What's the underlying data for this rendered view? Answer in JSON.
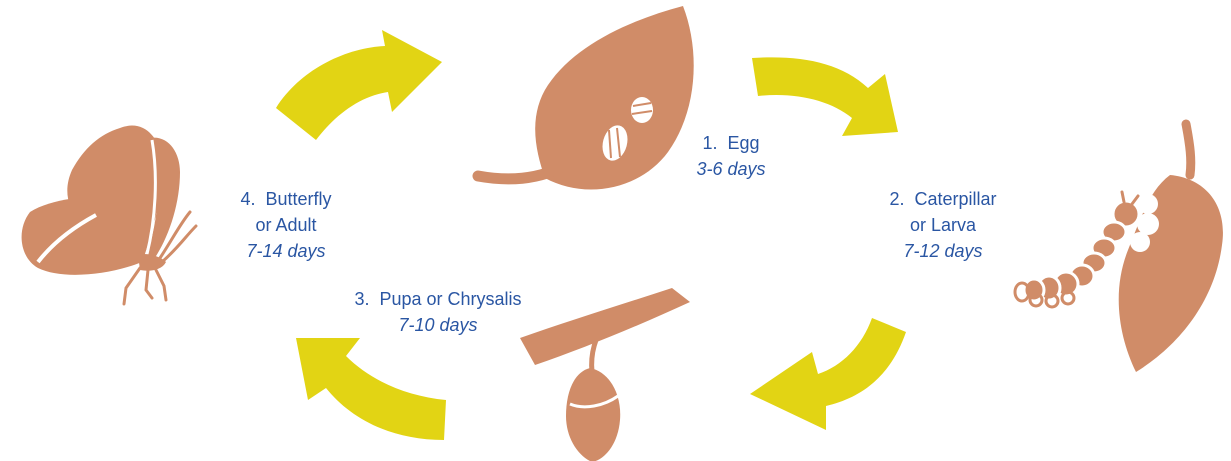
{
  "colors": {
    "arrow": "#e2d414",
    "illustration": "#d08c68",
    "text": "#2a56a3",
    "background": "#ffffff"
  },
  "stages": {
    "egg": {
      "number": "1.",
      "name": "Egg",
      "duration": "3-6 days",
      "icon": "leaf-with-eggs-icon"
    },
    "larva": {
      "number": "2.",
      "name_line1": "Caterpillar",
      "name_line2": "or Larva",
      "duration": "7-12 days",
      "icon": "caterpillar-on-leaf-icon"
    },
    "pupa": {
      "number": "3.",
      "name": "Pupa or Chrysalis",
      "duration": "7-10 days",
      "icon": "chrysalis-on-branch-icon"
    },
    "adult": {
      "number": "4.",
      "name_line1": "Butterfly",
      "name_line2": "or Adult",
      "duration": "7-14 days",
      "icon": "butterfly-icon"
    }
  }
}
